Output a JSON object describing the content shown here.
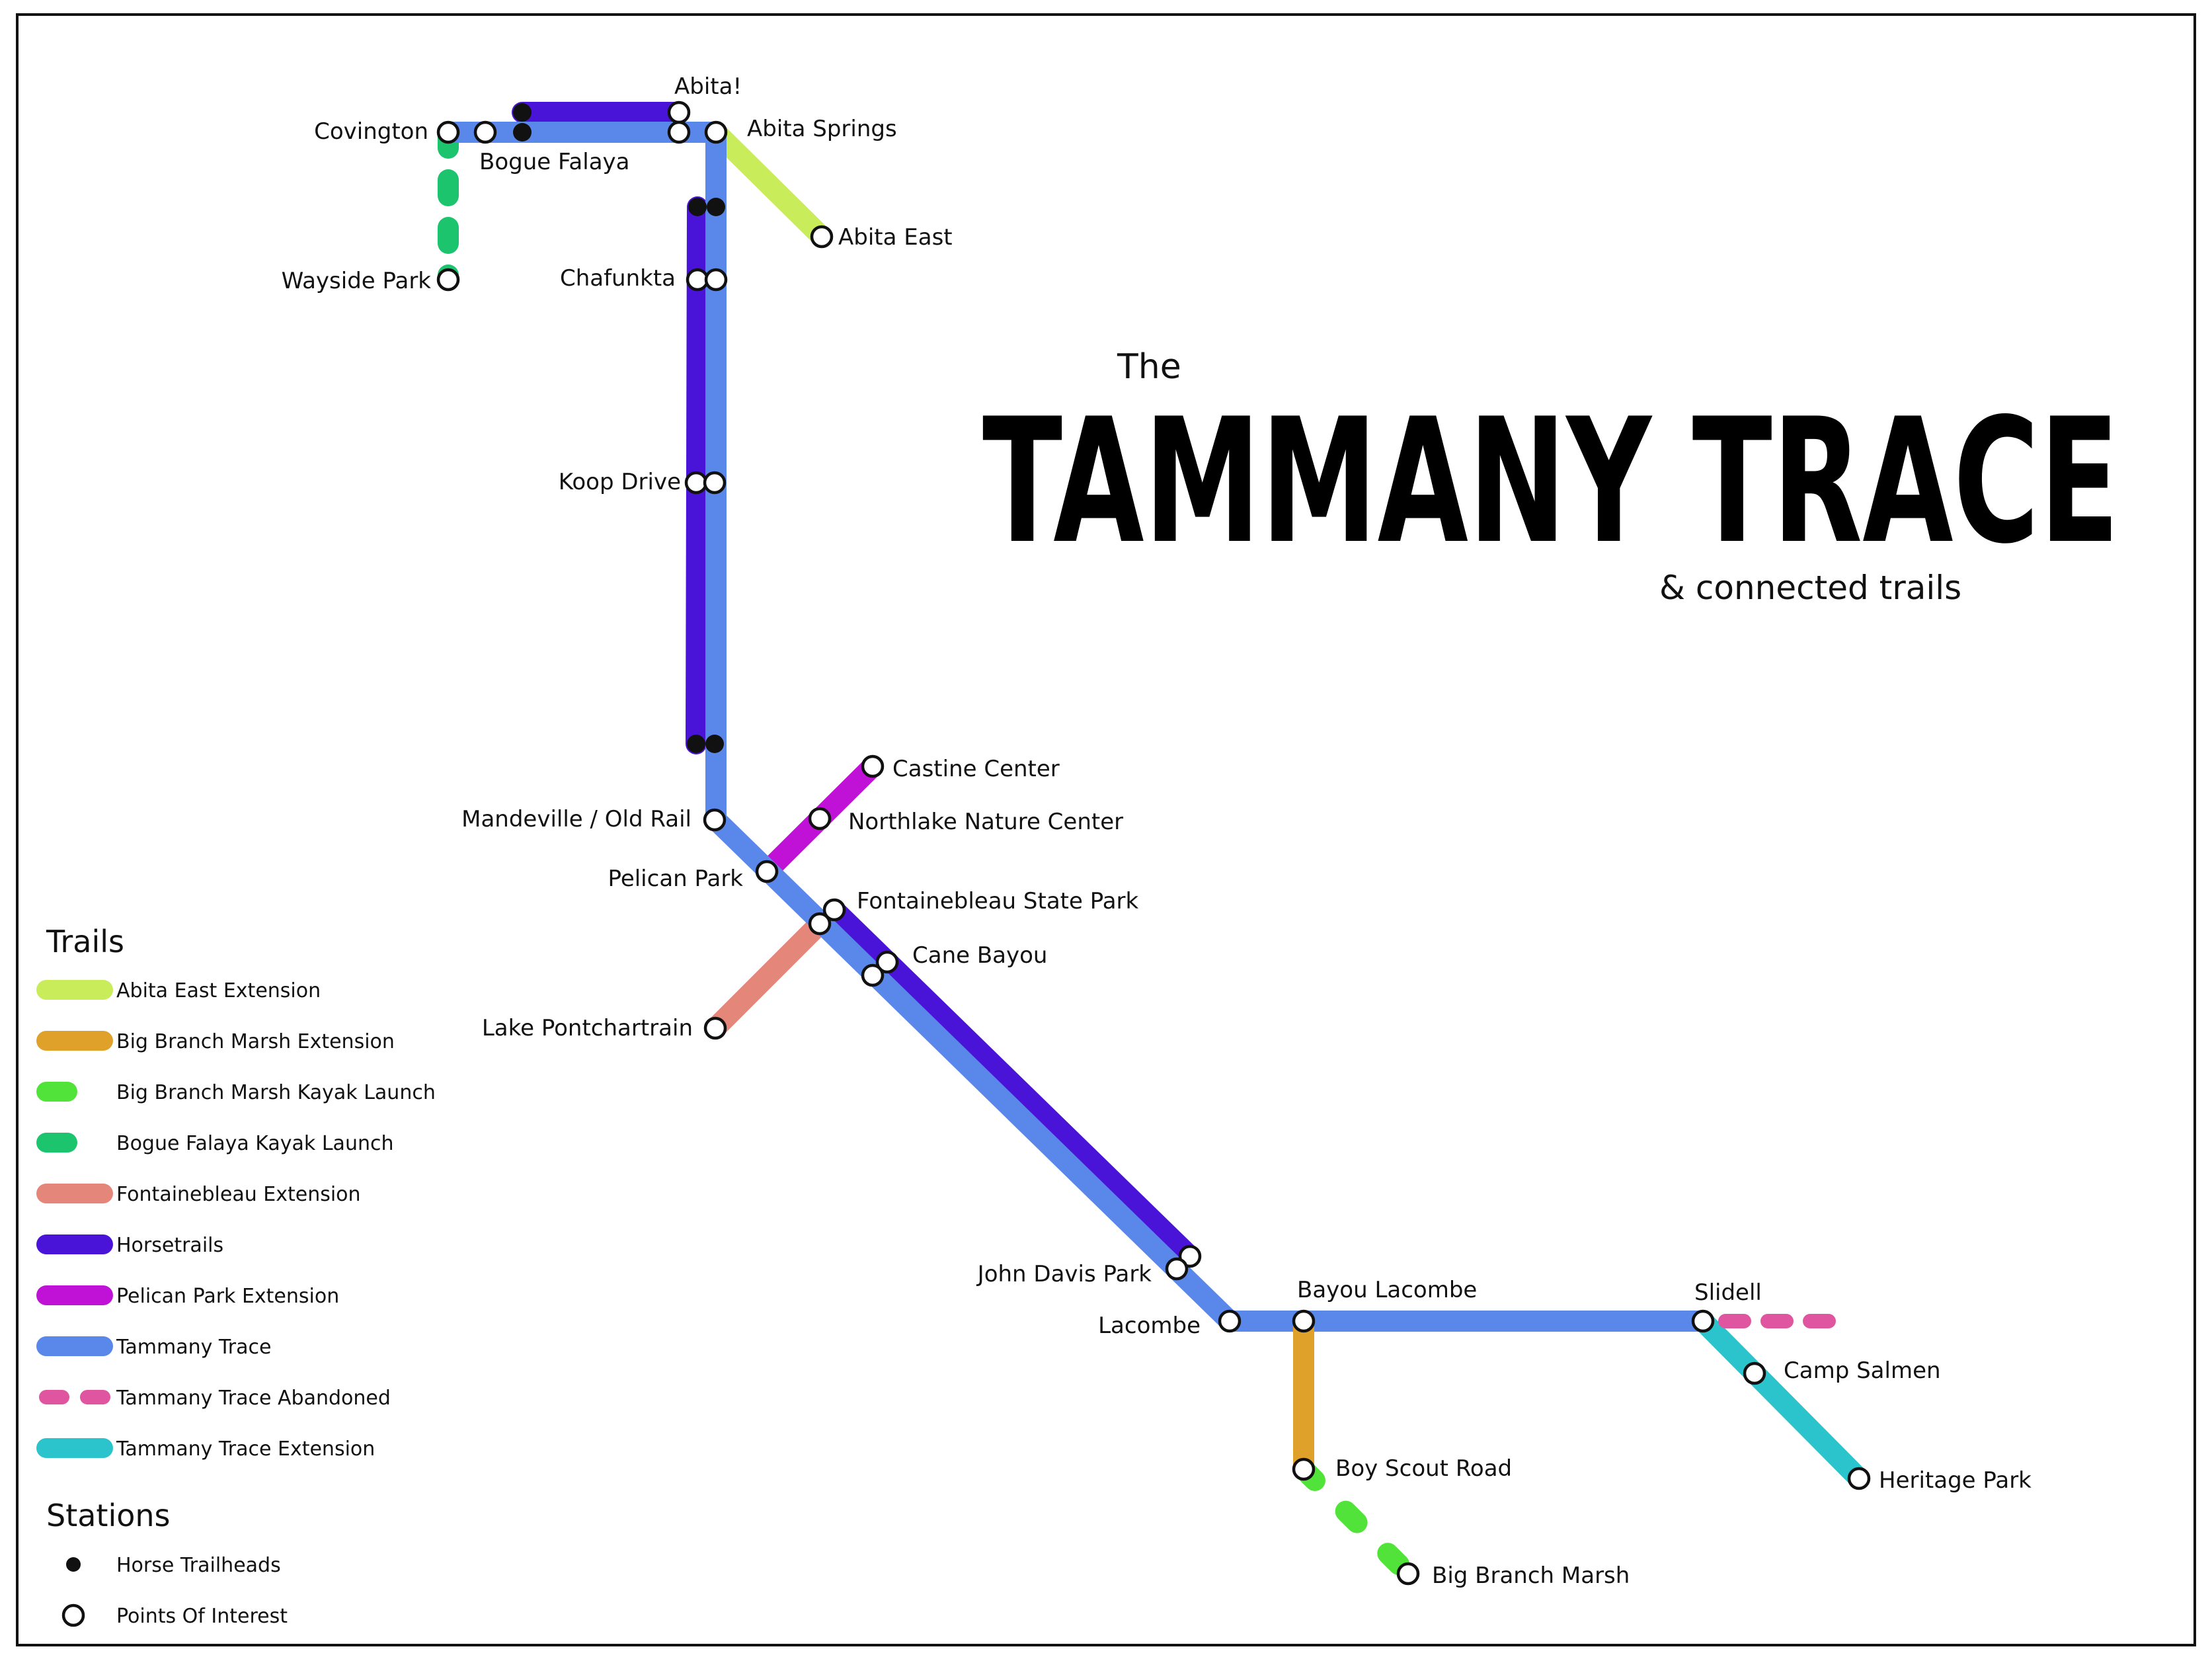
{
  "title": {
    "prefix": "The",
    "main": "TAMMANY TRACE",
    "suffix": "& connected trails"
  },
  "colors": {
    "abita_east_extension": "#c8ec5a",
    "big_branch_marsh_extension": "#e0a12a",
    "big_branch_marsh_kayak_launch": "#52e33a",
    "bogue_falaya_kayak_launch": "#1dc46e",
    "fontainebleau_extension": "#e5867b",
    "horsetrails": "#4a14d8",
    "pelican_park_extension": "#c012d6",
    "tammany_trace": "#5a88ea",
    "tammany_trace_abandoned": "#e0559f",
    "tammany_trace_extension": "#2cc4cc"
  },
  "legend": {
    "trails_heading": "Trails",
    "stations_heading": "Stations",
    "trails": [
      {
        "label": "Abita East Extension",
        "color_key": "abita_east_extension",
        "style": "solid"
      },
      {
        "label": "Big Branch Marsh Extension",
        "color_key": "big_branch_marsh_extension",
        "style": "solid"
      },
      {
        "label": "Big Branch Marsh Kayak Launch",
        "color_key": "big_branch_marsh_kayak_launch",
        "style": "short"
      },
      {
        "label": "Bogue Falaya Kayak Launch",
        "color_key": "bogue_falaya_kayak_launch",
        "style": "short"
      },
      {
        "label": "Fontainebleau Extension",
        "color_key": "fontainebleau_extension",
        "style": "solid"
      },
      {
        "label": "Horsetrails",
        "color_key": "horsetrails",
        "style": "solid"
      },
      {
        "label": "Pelican Park Extension",
        "color_key": "pelican_park_extension",
        "style": "solid"
      },
      {
        "label": "Tammany Trace",
        "color_key": "tammany_trace",
        "style": "solid"
      },
      {
        "label": "Tammany Trace Abandoned",
        "color_key": "tammany_trace_abandoned",
        "style": "dashed"
      },
      {
        "label": "Tammany Trace Extension",
        "color_key": "tammany_trace_extension",
        "style": "solid"
      }
    ],
    "stations": [
      {
        "label": "Horse Trailheads",
        "icon": "filled-dot-icon"
      },
      {
        "label": "Points Of Interest",
        "icon": "hollow-circle-icon"
      }
    ]
  },
  "stations": {
    "covington": "Covington",
    "bogue_falaya": "Bogue Falaya",
    "abita": "Abita!",
    "abita_springs": "Abita Springs",
    "abita_east": "Abita East",
    "wayside_park": "Wayside Park",
    "chafunkta": "Chafunkta",
    "koop_drive": "Koop Drive",
    "castine_center": "Castine Center",
    "northlake_nature_center": "Northlake Nature Center",
    "mandeville": "Mandeville / Old Rail",
    "pelican_park": "Pelican Park",
    "fontainebleau_state_park": "Fontainebleau State Park",
    "cane_bayou": "Cane Bayou",
    "lake_pontchartrain": "Lake Pontchartrain",
    "john_davis_park": "John Davis Park",
    "lacombe": "Lacombe",
    "bayou_lacombe": "Bayou Lacombe",
    "slidell": "Slidell",
    "camp_salmen": "Camp Salmen",
    "heritage_park": "Heritage Park",
    "boy_scout_road": "Boy Scout Road",
    "big_branch_marsh": "Big Branch Marsh"
  }
}
